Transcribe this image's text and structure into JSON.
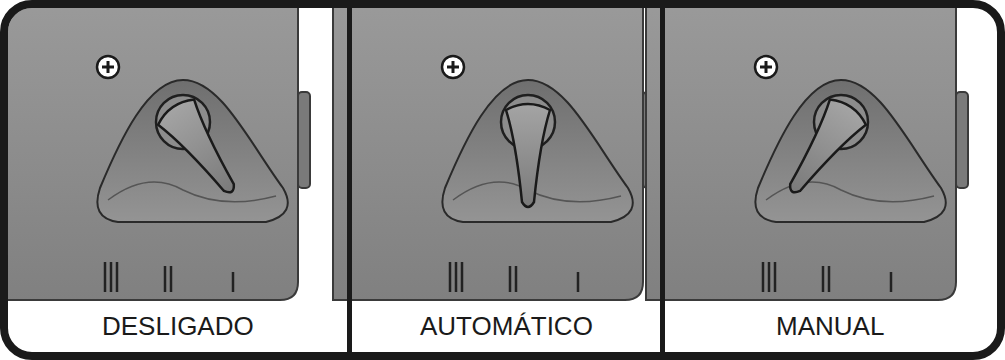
{
  "diagram": {
    "labels": [
      "DESLIGADO",
      "AUTOMÁTICO",
      "MANUAL"
    ]
  }
}
